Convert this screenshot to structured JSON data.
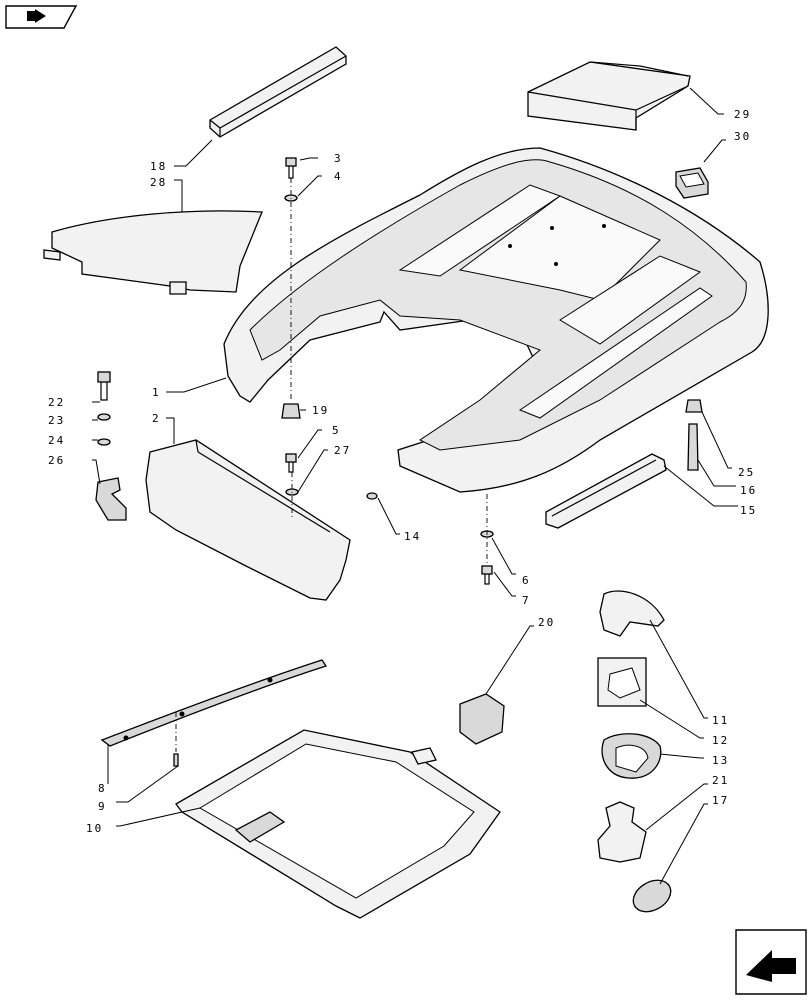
{
  "callouts": [
    "1",
    "2",
    "3",
    "4",
    "5",
    "6",
    "7",
    "8",
    "9",
    "10",
    "11",
    "12",
    "13",
    "14",
    "15",
    "16",
    "17",
    "18",
    "19",
    "20",
    "21",
    "22",
    "23",
    "24",
    "25",
    "26",
    "27",
    "28",
    "29",
    "30"
  ],
  "nav": {
    "top_left_icon": "previous-page-icon",
    "bottom_right_icon": "next-page-icon"
  }
}
